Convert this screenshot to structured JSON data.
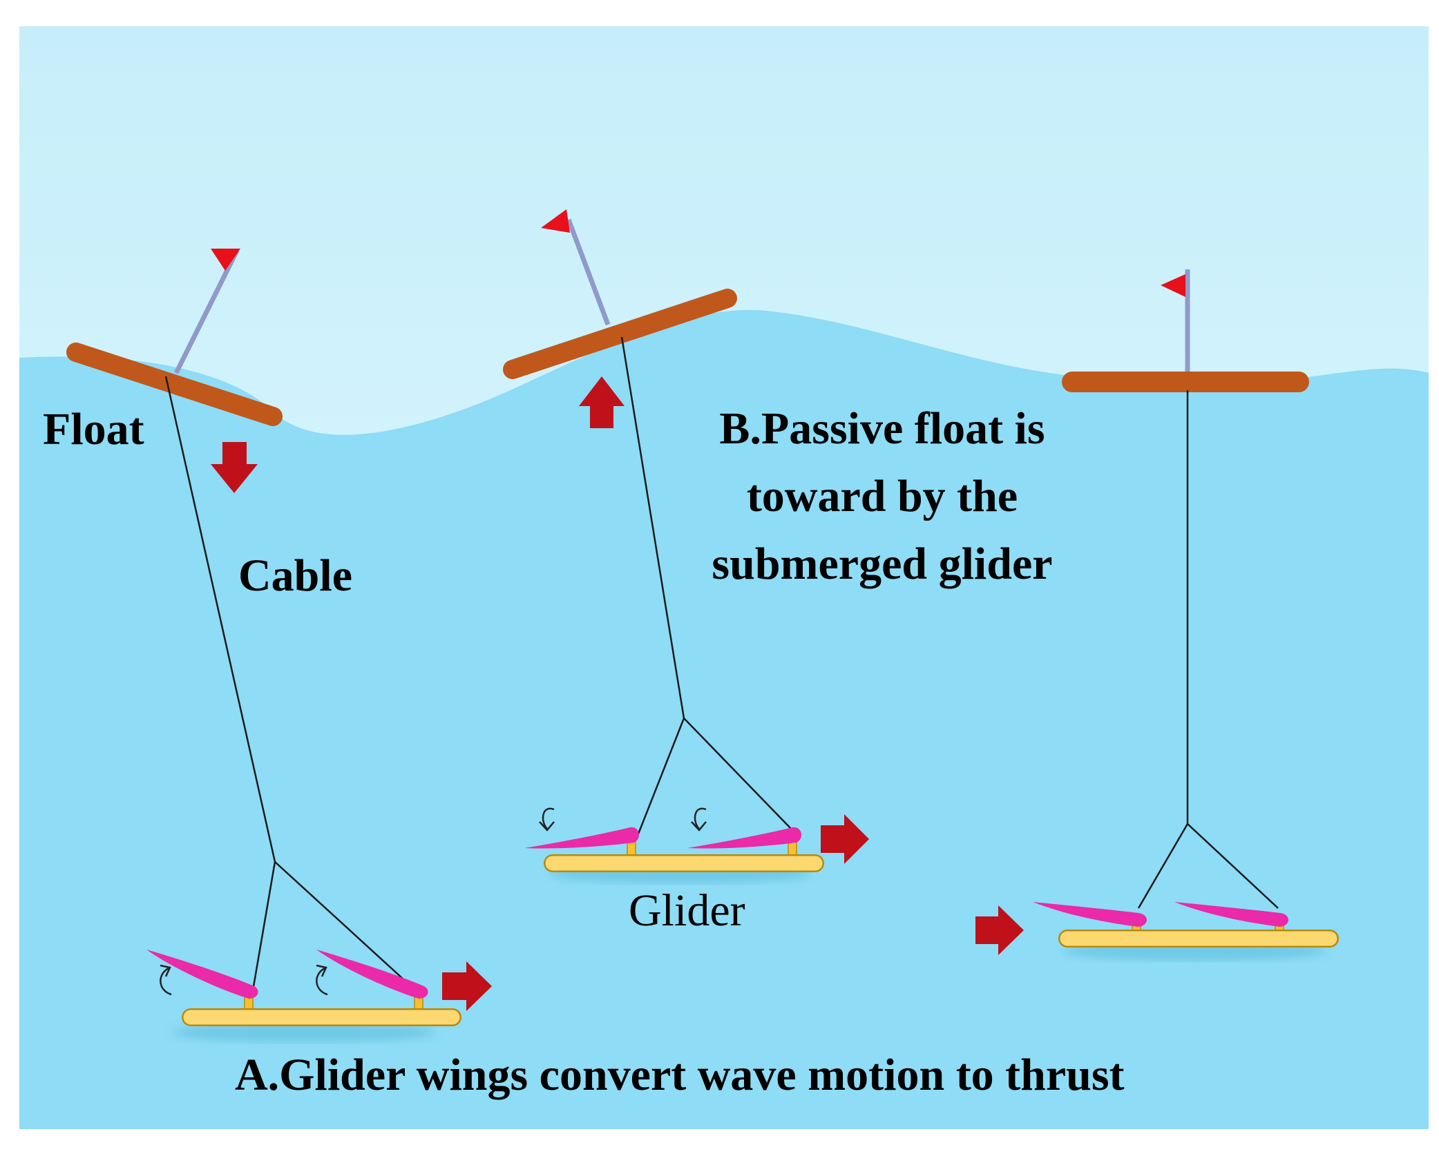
{
  "labels": {
    "float": "Float",
    "cable": "Cable",
    "glider": "Glider",
    "caption_b_line1": "B.Passive float is",
    "caption_b_line2": "toward by the",
    "caption_b_line3": "submerged glider",
    "caption_a": "A.Glider wings convert wave motion to thrust"
  },
  "colors": {
    "sky": "#c9f0fb",
    "water": "#8edcf5",
    "float": "#c0581c",
    "mast": "#8f9ac8",
    "flag": "#e8101a",
    "arrow": "#c0101a",
    "wing": "#ea2aa8",
    "glider_body": "#fcd870",
    "cable": "#1a1a1a"
  }
}
